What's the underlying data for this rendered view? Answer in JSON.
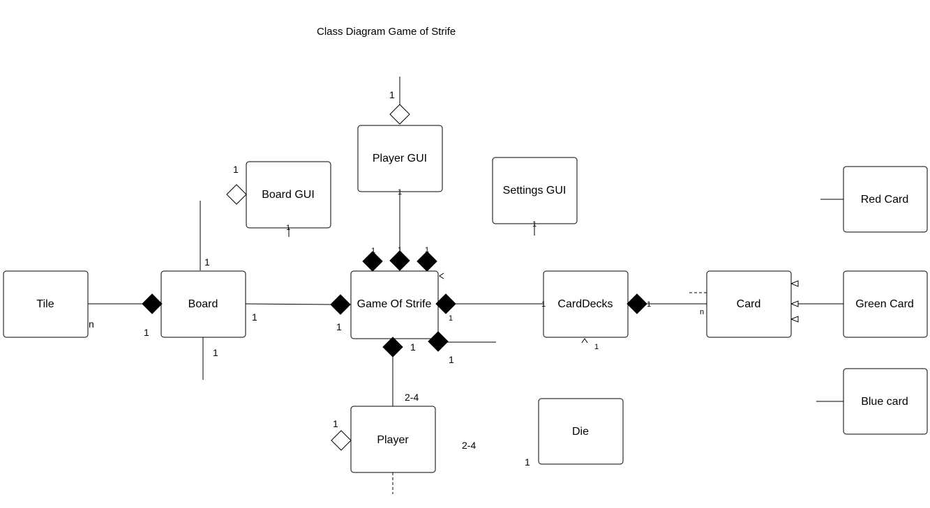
{
  "title": "Class Diagram Game of Strife",
  "nodes": {
    "tile": "Tile",
    "board": "Board",
    "board_gui": "Board GUI",
    "player_gui": "Player GUI",
    "settings_gui": "Settings GUI",
    "game_of_strife": "Game Of Strife",
    "card_decks": "CardDecks",
    "card": "Card",
    "red_card": "Red Card",
    "green_card": "Green Card",
    "blue_card": "Blue card",
    "player": "Player",
    "die": "Die"
  },
  "multiplicities": {
    "tile_board_n": "n",
    "tile_board_1": "1",
    "board_game_board": "1",
    "board_game_game": "1",
    "board_boardgui_board": "1",
    "board_boardgui_gui": "1",
    "boardgui_game": "1",
    "boardgui_game_end": "1",
    "playergui_game": "1",
    "playergui_game_end": "1",
    "playergui_player": "1",
    "settingsgui_game": "1",
    "settingsgui_game_end": "1",
    "game_carddecks_game": "1",
    "game_carddecks_decks": "1",
    "carddecks_card_decks": "1",
    "carddecks_card_n": "n",
    "carddecks_player": "1",
    "board_player_board": "1",
    "board_player_player": "1",
    "game_player_game": "1",
    "game_player_player": "2-4",
    "player_right": "2-4",
    "game_die_game": "1",
    "game_die_die": "1"
  }
}
